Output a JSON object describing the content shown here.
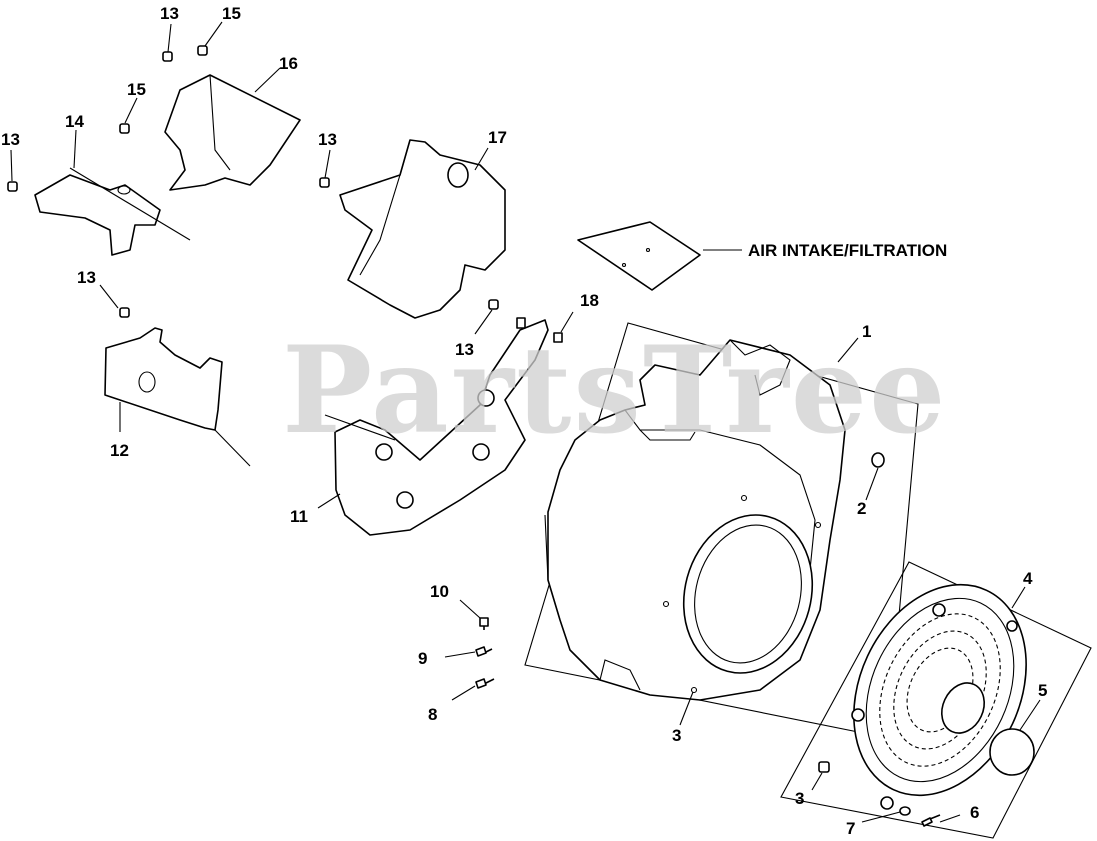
{
  "watermark": "PartsTree",
  "callouts": {
    "c1": "1",
    "c2": "2",
    "c3a": "3",
    "c3b": "3",
    "c4": "4",
    "c5": "5",
    "c6": "6",
    "c7": "7",
    "c8": "8",
    "c9": "9",
    "c10": "10",
    "c11": "11",
    "c12": "12",
    "c13a": "13",
    "c13b": "13",
    "c13c": "13",
    "c13d": "13",
    "c13e": "13",
    "c14": "14",
    "c15a": "15",
    "c15b": "15",
    "c16": "16",
    "c17": "17",
    "c18": "18"
  },
  "reference_label": "AIR INTAKE/FILTRATION"
}
